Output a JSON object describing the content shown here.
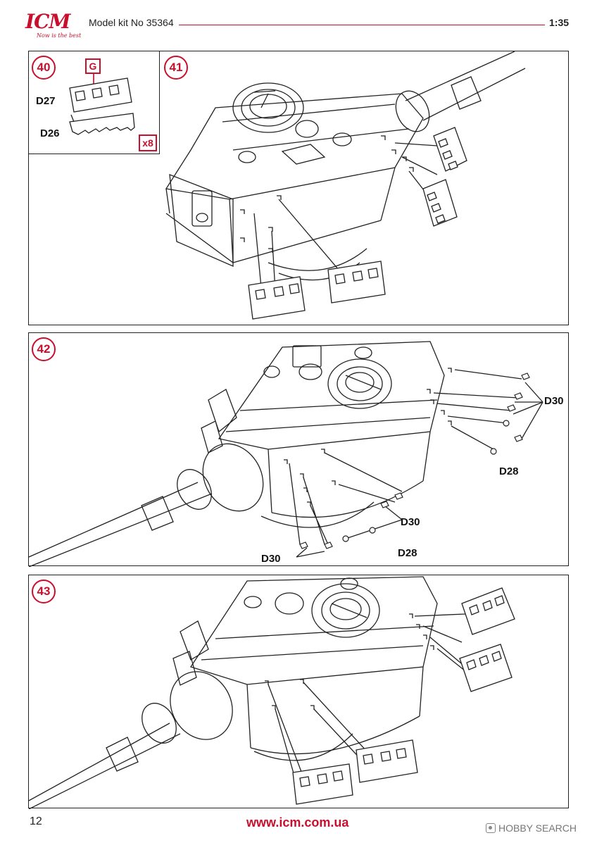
{
  "header": {
    "logo_text": "ICM",
    "logo_tagline": "Now is the best",
    "kit_title": "Model kit No 35364",
    "scale": "1:35"
  },
  "steps": {
    "s40": {
      "number": "40",
      "badge": "G",
      "parts": [
        "D27",
        "D26"
      ],
      "quantity": "x8"
    },
    "s41": {
      "number": "41"
    },
    "s42": {
      "number": "42",
      "labels": [
        "D30",
        "D28",
        "D30",
        "D30",
        "D28"
      ]
    },
    "s43": {
      "number": "43"
    }
  },
  "footer": {
    "page_number": "12",
    "website": "www.icm.com.ua",
    "watermark": "HOBBY SEARCH"
  },
  "colors": {
    "brand_red": "#c8102e",
    "line": "#222222"
  }
}
